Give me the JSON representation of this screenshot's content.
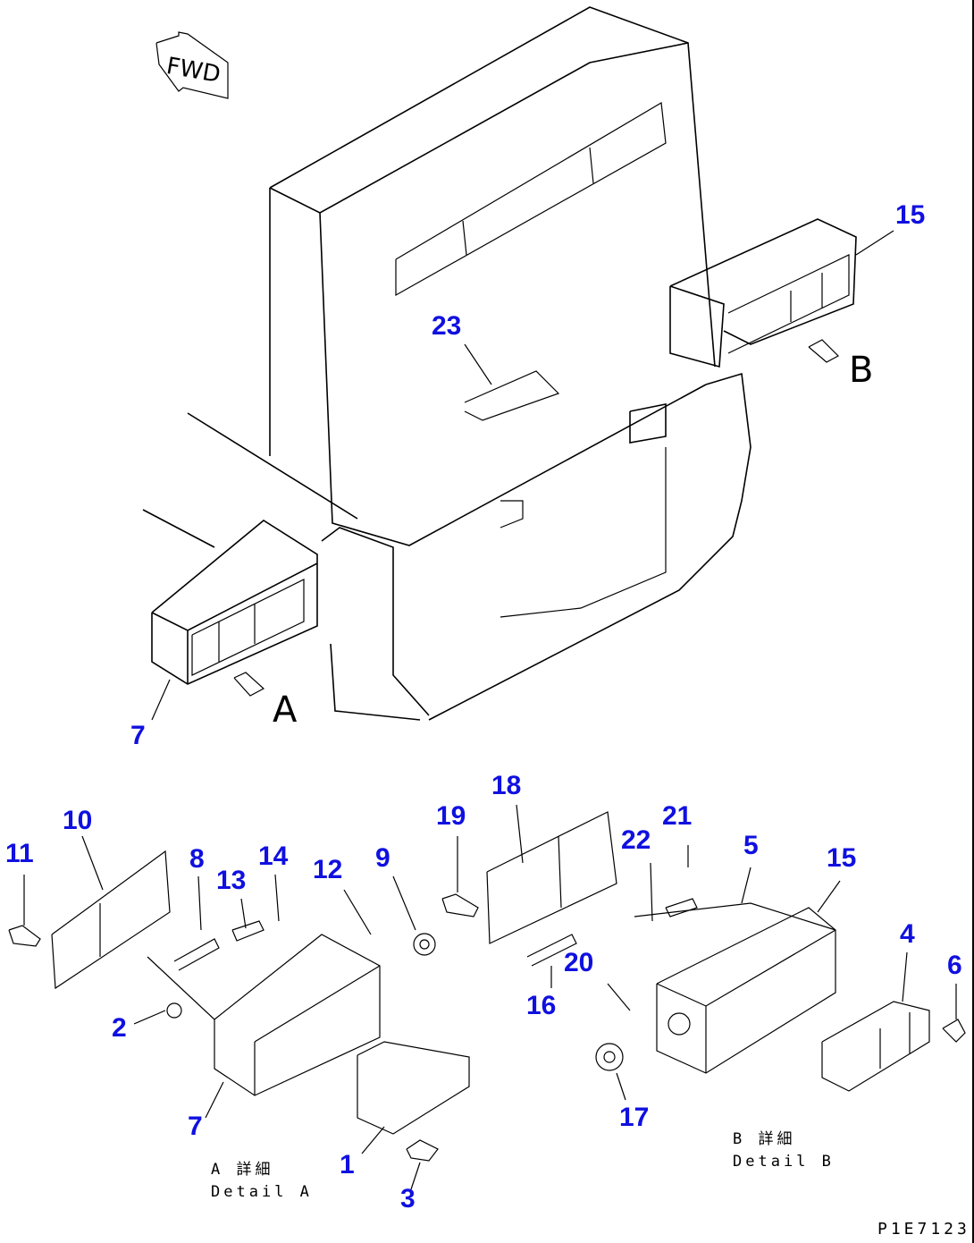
{
  "diagram": {
    "fwd_label": "FWD",
    "view_a_letter": "A",
    "view_b_letter": "B",
    "detail_a": {
      "jp": "A 詳細",
      "en": "Detail A"
    },
    "detail_b": {
      "jp": "B 詳細",
      "en": "Detail B"
    },
    "drawing_code": "P1E7123",
    "label_color": "#1010e0",
    "callouts": {
      "c15_top": "15",
      "c23": "23",
      "c7_top": "7",
      "c10": "10",
      "c11": "11",
      "c8": "8",
      "c13": "13",
      "c14": "14",
      "c12": "12",
      "c9": "9",
      "c2": "2",
      "c7_bottom": "7",
      "c1": "1",
      "c3": "3",
      "c18": "18",
      "c19": "19",
      "c21": "21",
      "c22": "22",
      "c5": "5",
      "c15_bottom": "15",
      "c4": "4",
      "c6": "6",
      "c20": "20",
      "c16": "16",
      "c17": "17"
    }
  }
}
